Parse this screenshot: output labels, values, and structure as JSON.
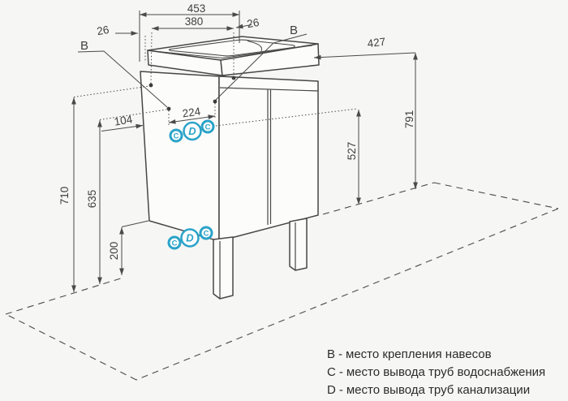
{
  "drawing": {
    "title": "vanity-unit-installation-diagram",
    "dims": {
      "width_total": "453",
      "width_basin": "380",
      "side_offset_left": "26",
      "side_offset_right": "26",
      "depth": "427",
      "height_hanger": "710",
      "height_side": "635",
      "height_clearance": "200",
      "height_total": "791",
      "height_pipes": "527",
      "hanger_span": "224",
      "hanger_offset": "104"
    },
    "markers": {
      "hanger_label_left": "B",
      "hanger_label_right": "B",
      "water_label": "C",
      "drain_label": "D"
    },
    "legend": {
      "items": [
        {
          "key": "B",
          "sep": "-",
          "text": "место крепления навесов"
        },
        {
          "key": "C",
          "sep": "-",
          "text": "место вывода труб водоснабжения"
        },
        {
          "key": "D",
          "sep": "-",
          "text": "место вывода труб канализации"
        }
      ]
    },
    "colors": {
      "accent": "#2aa3c8",
      "line": "#4a4a4a"
    }
  }
}
